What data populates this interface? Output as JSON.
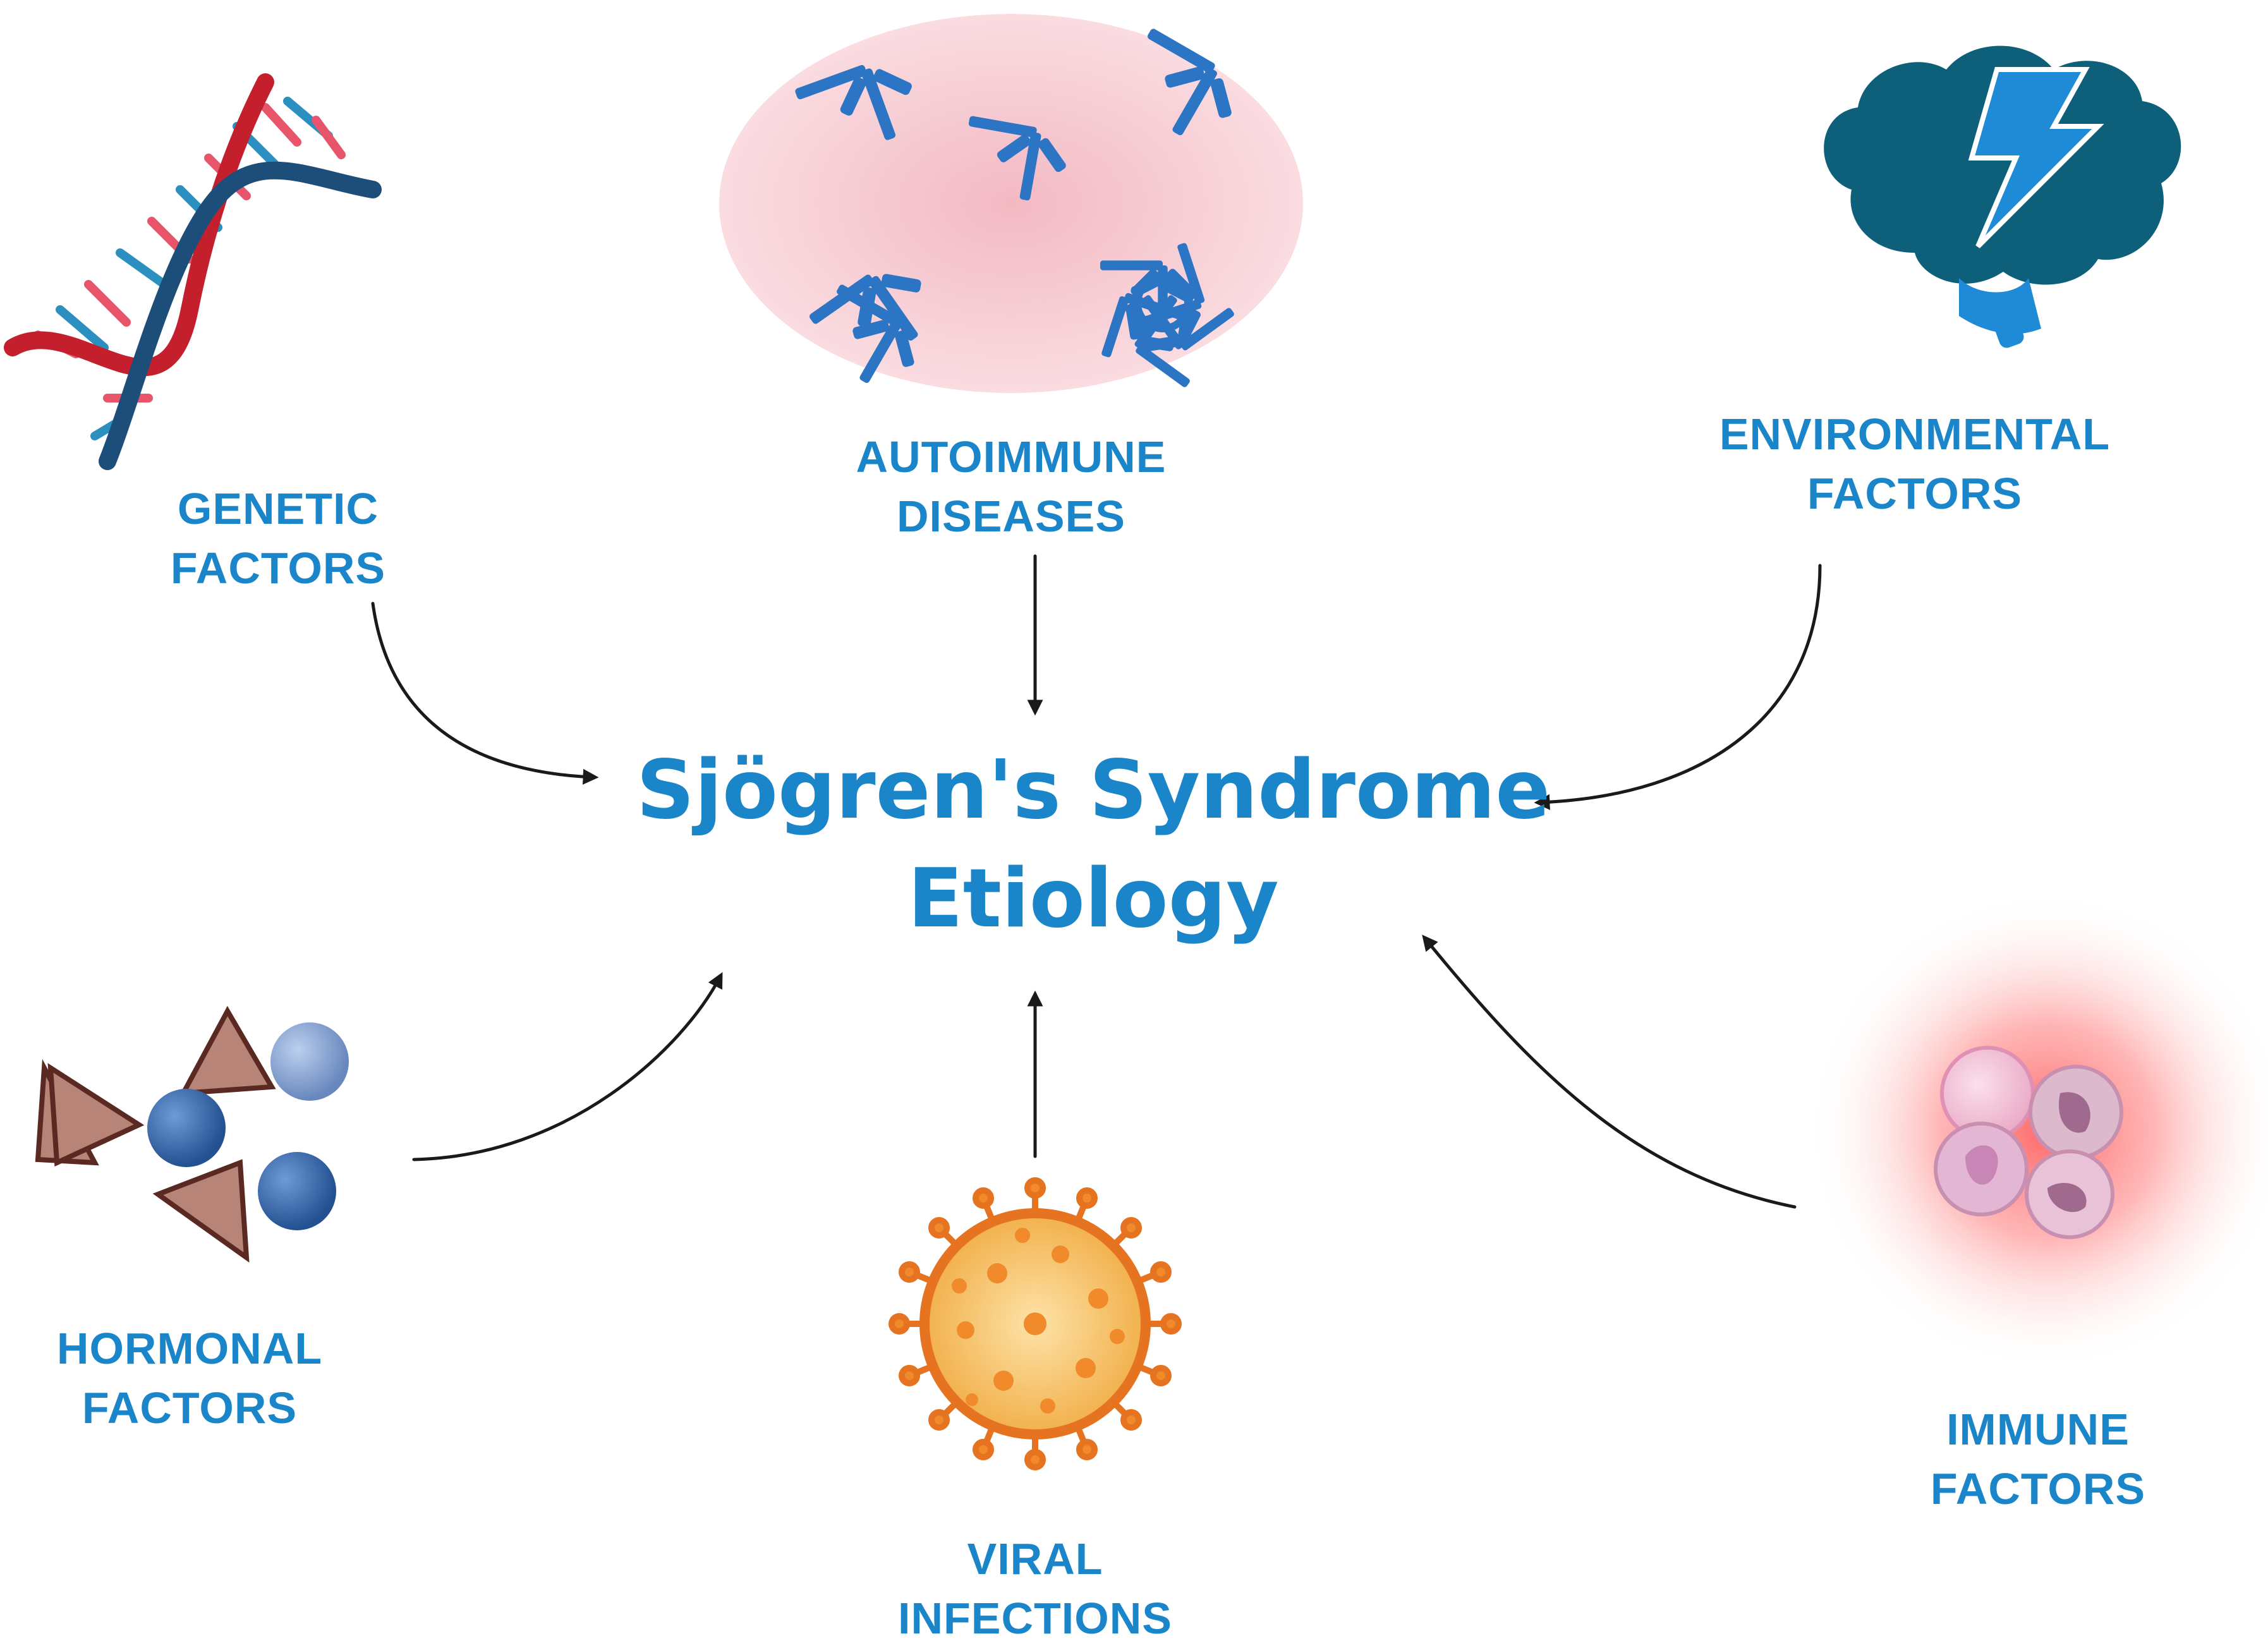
{
  "title": {
    "line1": "Sjögren's Syndrome",
    "line2": "Etiology"
  },
  "factors": {
    "genetic": {
      "line1": "GENETIC",
      "line2": "FACTORS",
      "icon": "dna-icon"
    },
    "autoimmune": {
      "line1": "AUTOIMMUNE",
      "line2": "DISEASES",
      "icon": "antibody-icon"
    },
    "environmental": {
      "line1": "ENVIRONMENTAL",
      "line2": "FACTORS",
      "icon": "brain-lightning-icon"
    },
    "hormonal": {
      "line1": "HORMONAL",
      "line2": "FACTORS",
      "icon": "hormone-molecules-icon"
    },
    "viral": {
      "line1": "VIRAL",
      "line2": "INFECTIONS",
      "icon": "virus-icon"
    },
    "immune": {
      "line1": "IMMUNE",
      "line2": "FACTORS",
      "icon": "immune-cells-icon"
    }
  },
  "colors": {
    "label": "#1a86c9",
    "arrow": "#1a1a1a",
    "dna_red": "#c41f2c",
    "dna_navy": "#1d4e7a",
    "brain": "#0d5f7a",
    "bolt": "#1f8ad6",
    "virus": "#f08a2a",
    "hormone_tri": "#b88478",
    "hormone_sphere": "#2f63a8",
    "antibody": "#2c74c4"
  }
}
